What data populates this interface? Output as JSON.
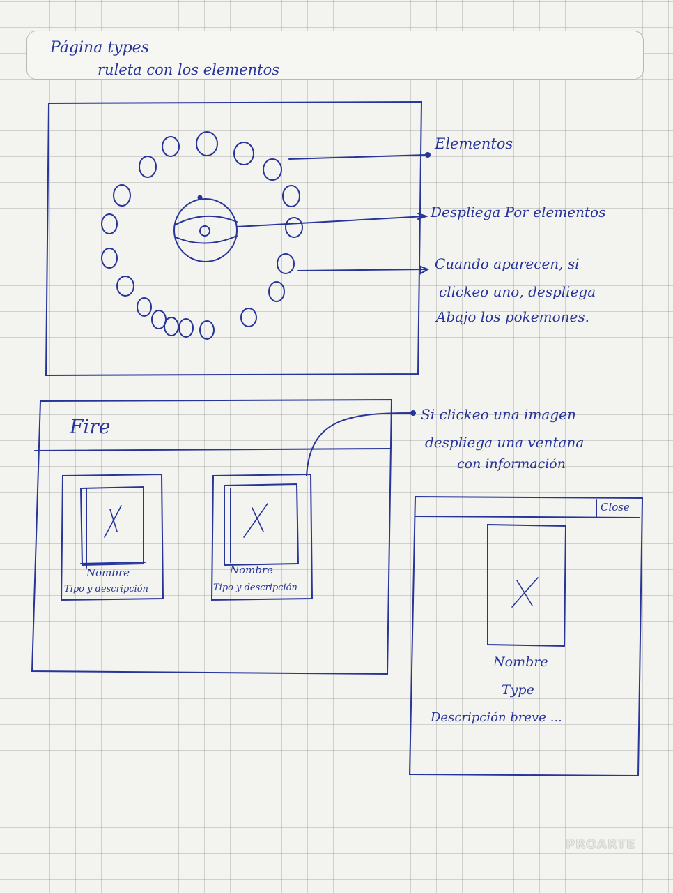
{
  "header": {
    "line1": "Página types",
    "line2": "ruleta con los elementos"
  },
  "annotations": {
    "elementos": "Elementos",
    "despliega": "Despliega Por elementos",
    "cuando_line1": "Cuando aparecen, si",
    "cuando_line2": "clickeo uno, despliega",
    "cuando_line3": "Abajo los pokemones.",
    "clickeo_line1": "Si clickeo una imagen",
    "clickeo_line2": "despliega una ventana",
    "clickeo_line3": "con información"
  },
  "type_panel": {
    "title": "Fire",
    "cards": [
      {
        "name": "Nombre",
        "desc": "Tipo y descripción"
      },
      {
        "name": "Nombre",
        "desc": "Tipo y descripción"
      }
    ],
    "image_glyph": "X"
  },
  "modal": {
    "close": "Close",
    "name": "Nombre",
    "type": "Type",
    "description": "Descripción breve ...",
    "image_glyph": "X"
  },
  "brand": "PROARTE",
  "colors": {
    "ink": "#27349a",
    "paper": "#f3f3ef",
    "grid": "#b4b4b0"
  }
}
